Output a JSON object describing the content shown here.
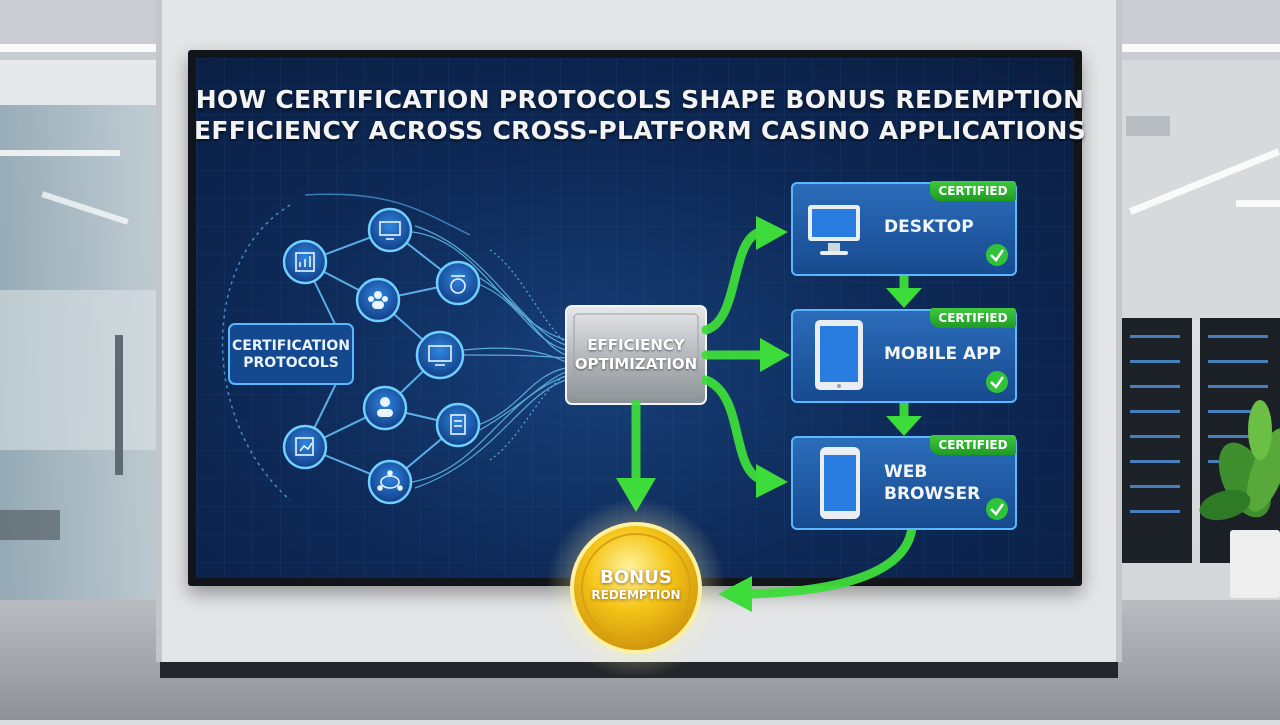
{
  "title": {
    "line1": "HOW CERTIFICATION PROTOCOLS SHAPE BONUS REDEMPTION",
    "line2": "EFFICIENCY ACROSS CROSS-PLATFORM CASINO APPLICATIONS"
  },
  "source_node": {
    "line1": "CERTIFICATION",
    "line2": "PROTOCOLS"
  },
  "hub_node": {
    "line1": "EFFICIENCY",
    "line2": "OPTIMIZATION"
  },
  "coin_node": {
    "line1": "BONUS",
    "line2": "REDEMPTION"
  },
  "platforms": [
    {
      "line1": "DESKTOP",
      "line2": "",
      "badge": "CERTIFIED",
      "icon": "monitor-icon"
    },
    {
      "line1": "MOBILE APP",
      "line2": "",
      "badge": "CERTIFIED",
      "icon": "tablet-icon"
    },
    {
      "line1": "WEB",
      "line2": "BROWSER",
      "badge": "CERTIFIED",
      "icon": "phone-icon"
    }
  ],
  "protocol_icons": [
    "chart-icon",
    "people-icon",
    "user-icon",
    "document-icon",
    "monitor-icon",
    "monitor-icon",
    "shield-icon",
    "badge-icon",
    "network-icon"
  ],
  "colors": {
    "screen_bg": "#0d2650",
    "node_blue": "#1f6fc8",
    "accent_cyan": "#4fc6ff",
    "arrow_green": "#3ddc3a",
    "badge_green": "#2fb33a",
    "coin_gold": "#f2c417",
    "title_text": "#f3f3f3"
  }
}
